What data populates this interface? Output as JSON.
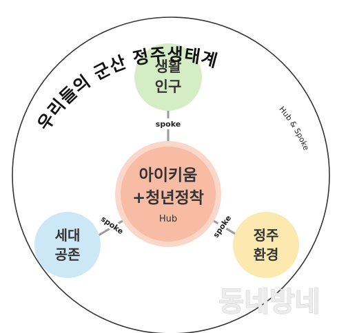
{
  "title": "우리들의 군산 정주생태계",
  "subtitle_arc": "Hub & Spoke",
  "hub": {
    "line1": "아이키움",
    "line2": "+청년정착",
    "sub": "Hub",
    "color": "#f8bba4",
    "ring_color": "#fbd7c9"
  },
  "nodes": {
    "top": {
      "line1": "생활",
      "line2": "인구",
      "color": "#d4edc5"
    },
    "left": {
      "line1": "세대",
      "line2": "공존",
      "color": "#cce8f7"
    },
    "right": {
      "line1": "정주",
      "line2": "환경",
      "color": "#fbe9b0"
    }
  },
  "spokes": {
    "top": "spoke",
    "left": "spoke",
    "right": "spoke",
    "color": "#9a9a9a"
  },
  "watermark": "동네방네"
}
